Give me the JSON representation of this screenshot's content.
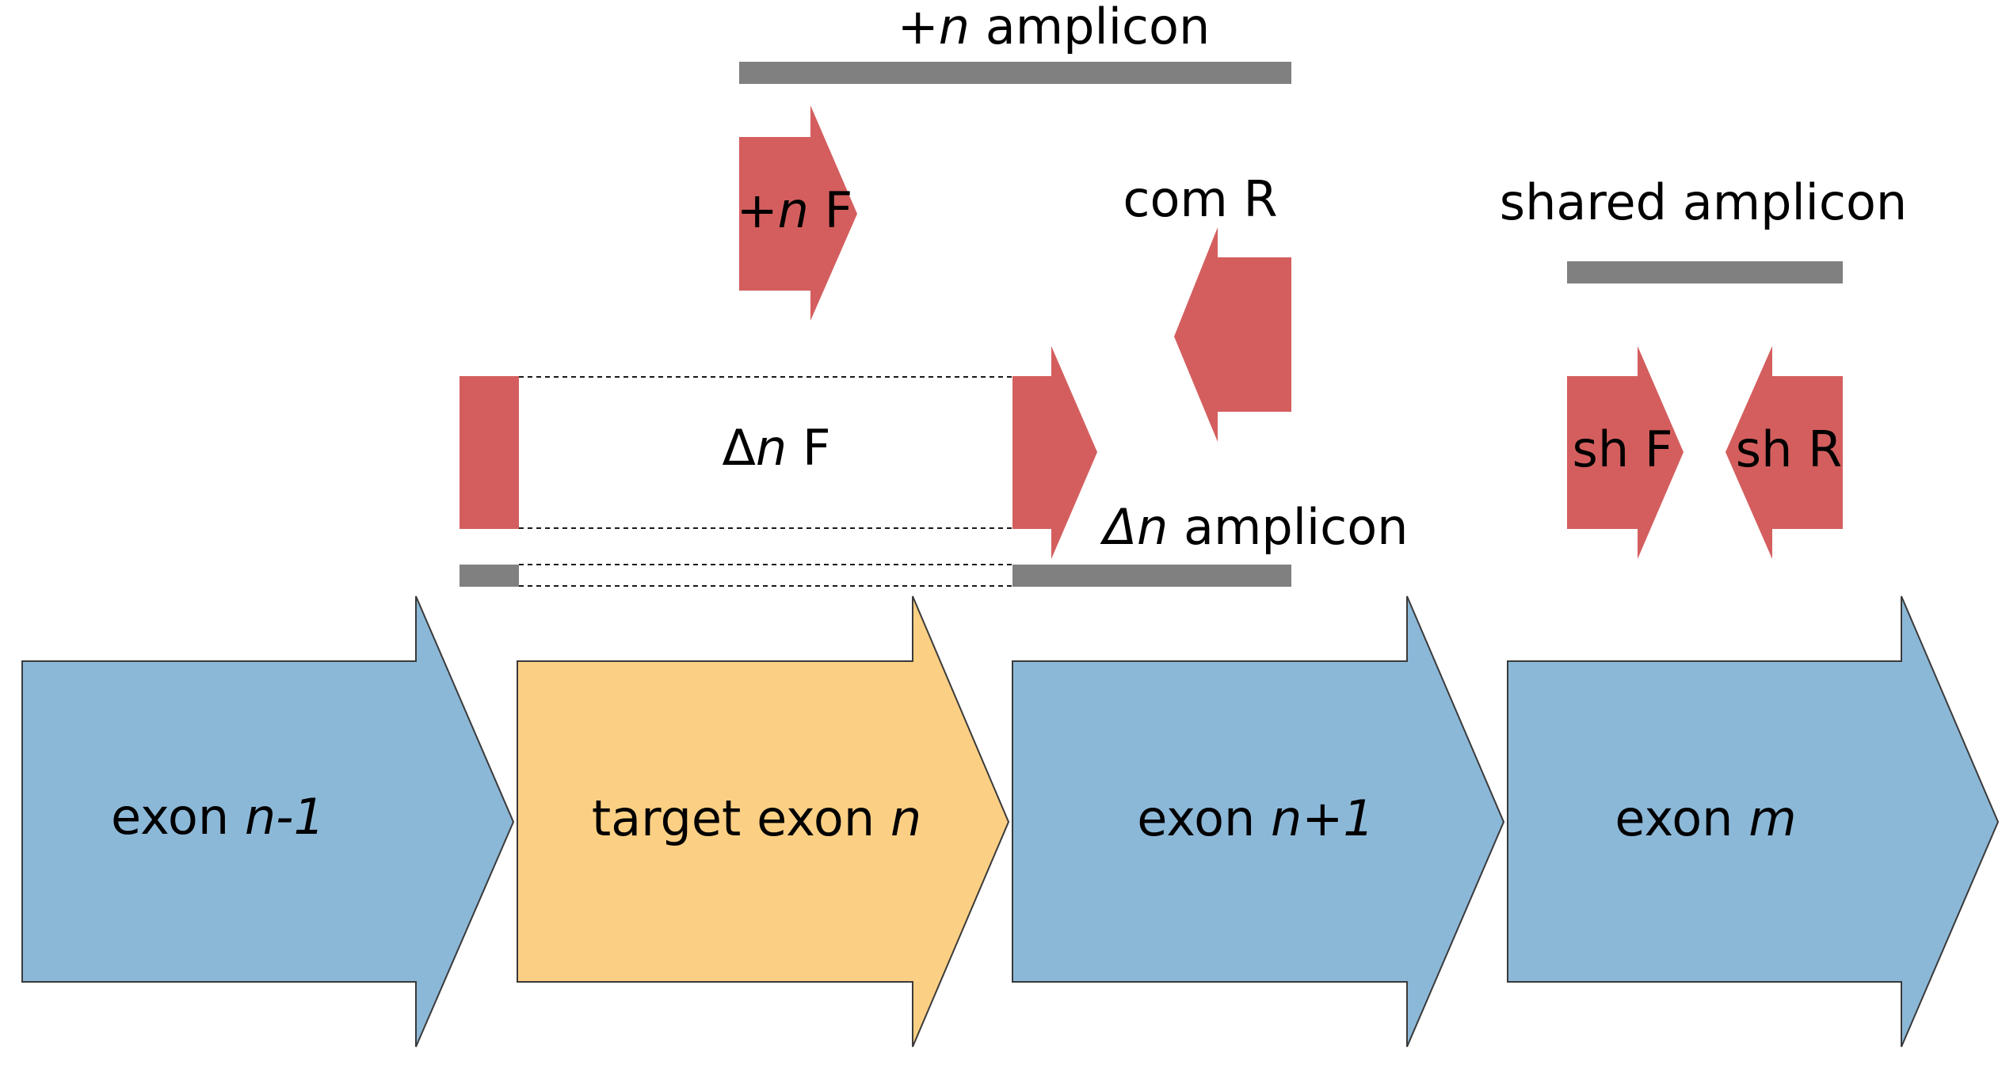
{
  "colors": {
    "exon": "#8cb8d8",
    "target_exon": "#fcd084",
    "primer": "#d45e5e",
    "amplicon": "#808080"
  },
  "exons": [
    {
      "label": "exon ",
      "label_italic": "n-1",
      "kind": "exon"
    },
    {
      "label": "target exon ",
      "label_italic": "n",
      "kind": "target"
    },
    {
      "label": "exon ",
      "label_italic": "n+1",
      "kind": "exon"
    },
    {
      "label": "exon ",
      "label_italic": "m",
      "kind": "exon"
    }
  ],
  "primers": {
    "plus_n_f": {
      "prefix": "+",
      "italic": "n",
      "suffix": " F"
    },
    "delta_n_f": {
      "prefix": "Δ",
      "italic": "n",
      "suffix": " F"
    },
    "com_r": {
      "label": "com R"
    },
    "sh_f": {
      "label": "sh F"
    },
    "sh_r": {
      "label": "sh R"
    }
  },
  "amplicons": {
    "plus_n": {
      "prefix": "+",
      "italic": "n",
      "suffix": " amplicon"
    },
    "delta_n": {
      "prefix": "",
      "italic": "Δn",
      "suffix": " amplicon"
    },
    "shared": {
      "label": "shared amplicon"
    }
  }
}
